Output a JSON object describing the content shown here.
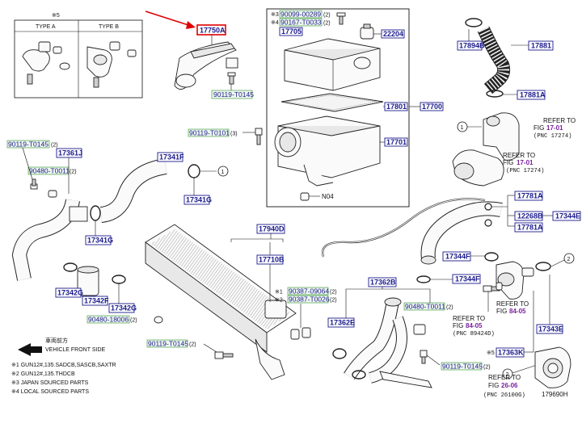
{
  "type_box": {
    "mark": "※5",
    "type_a": "TYPE A",
    "type_b": "TYPE B"
  },
  "labels": {
    "p17750A": "17750A",
    "p90119_T0145_top": "90119-T0145",
    "p90099_00289": "90099-00289",
    "p90099_qty": "(2)",
    "p90167_T0033": "90167-T0033",
    "p90167_qty": "(2)",
    "mark_s3": "※3",
    "mark_s4": "※4",
    "p17705": "17705",
    "p22204": "22204",
    "p17801": "17801",
    "p17700": "17700",
    "p17701": "17701",
    "p90119_T0101": "90119-T0101",
    "p90119_T0101_qty": "(3)",
    "n04": "N04",
    "p17894B": "17894B",
    "p17881": "17881",
    "p17881A": "17881A",
    "p90119_T0145_left": "90119-T0145",
    "qty2": "(2)",
    "p17361J": "17361J",
    "p90480_T0011_left": "90480-T0011",
    "p17341F": "17341F",
    "p17341G_right": "17341G",
    "p17341G": "17341G",
    "p17342G_left": "17342G",
    "p17342F": "17342F",
    "p17342G": "17342G",
    "p90480_18006": "90480-18006",
    "p17940D": "17940D",
    "p17710B": "17710B",
    "mark_s1": "※1",
    "mark_s2": "※2",
    "p90387_09064": "90387-09064",
    "p90387_T0026": "90387-T0026",
    "p17362B": "17362B",
    "p17362E": "17362E",
    "p90480_T0011_mid": "90480-T0011",
    "p90119_T0145_bot": "90119-T0145",
    "p90119_T0145_mid": "90119-T0145",
    "p17781A_top": "17781A",
    "p12268B": "12268B",
    "p17344E": "17344E",
    "p17781A_bot": "17781A",
    "p17344F_a": "17344F",
    "p17344F_b": "17344F",
    "p17343E": "17343E",
    "p17363K": "17363K",
    "mark_s5": "※5"
  },
  "refs": {
    "refer_to": "REFER TO",
    "fig": "FIG",
    "fig_17_01": "17-01",
    "pnc_17274_a": "(PNC 17274)",
    "pnc_17274_b": "(PNC 17274)",
    "fig_84_05": "84-05",
    "pnc_89424d": "(PNC 89424D)",
    "fig_26_06": "26-06",
    "pnc_26100g": "(PNC 26100G)",
    "circle_1": "1",
    "circle_2": "2"
  },
  "front": {
    "japanese": "車両前方",
    "english": "VEHICLE FRONT SIDE"
  },
  "notes": [
    "※1 GUN12#,135.SADCB,SASCB,SAXTR",
    "※2 GUN12#,135.THDCB",
    "※3 JAPAN SOURCED PARTS",
    "※4 LOCAL SOURCED PARTS"
  ],
  "figure_id": "179690H",
  "colors": {
    "highlight": "#e00000",
    "part_text": "#1a1a8c",
    "ref_text": "#7a1fa2",
    "bolt_box": "#2f8f2f"
  }
}
